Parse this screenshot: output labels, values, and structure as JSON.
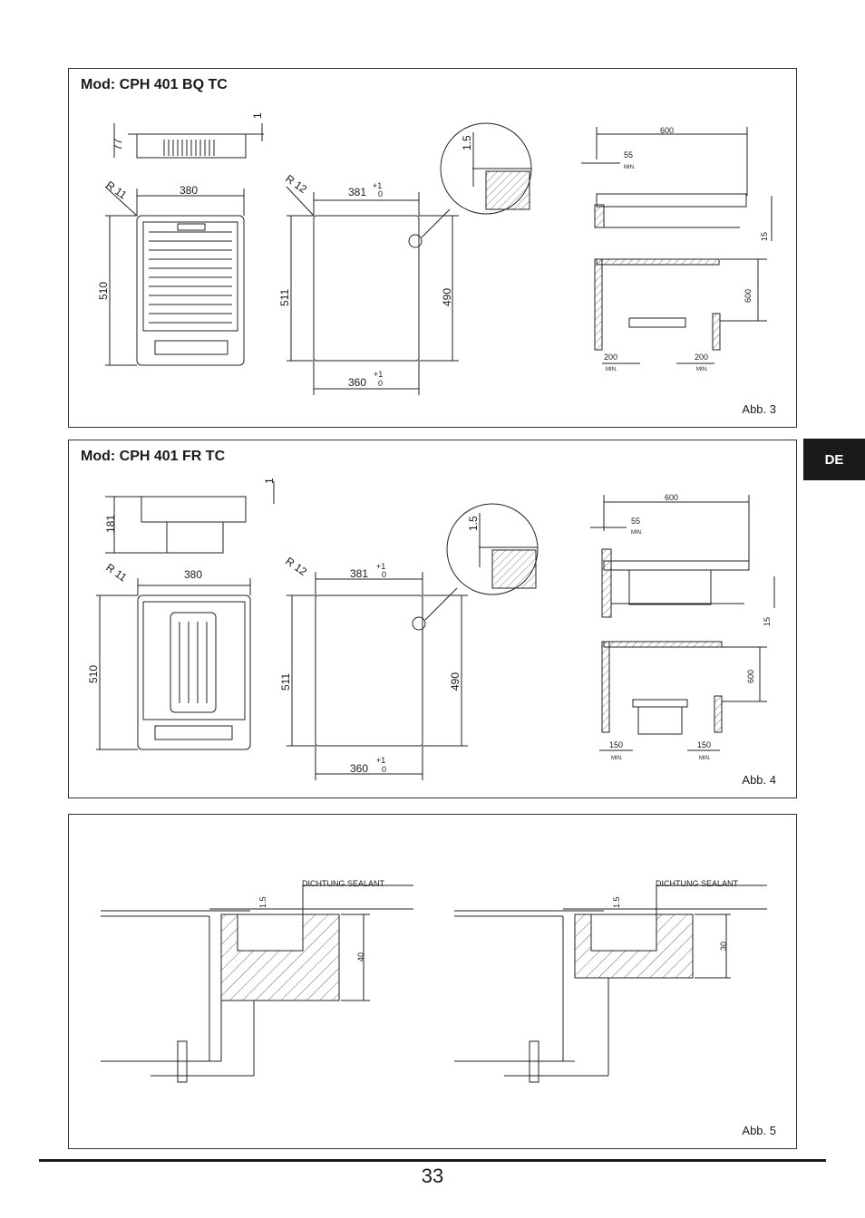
{
  "fig3": {
    "title": "Mod: CPH 401 BQ TC",
    "caption": "Abb. 3",
    "dims": {
      "height_side": "77",
      "gap": "1",
      "radius_left": "R 11",
      "width_top": "380",
      "depth_left": "510",
      "radius_cut": "R 12",
      "cut_width": "381",
      "cut_depth": "511",
      "cut_depth_inner": "490",
      "cut_bottom": "360",
      "tol_plus": "+1",
      "tol_zero": "0",
      "detail_gap": "1.5",
      "side_600": "600",
      "side_55": "55",
      "side_15": "15",
      "side_600v": "600",
      "clear_left": "200",
      "clear_right": "200",
      "min": "MIN."
    }
  },
  "fig4": {
    "title": "Mod: CPH 401 FR TC",
    "caption": "Abb. 4",
    "dims": {
      "height_side": "181",
      "gap": "1",
      "radius_left": "R 11",
      "width_top": "380",
      "depth_left": "510",
      "radius_cut": "R 12",
      "cut_width": "381",
      "cut_depth": "511",
      "cut_depth_inner": "490",
      "cut_bottom": "360",
      "tol_plus": "+1",
      "tol_zero": "0",
      "detail_gap": "1.5",
      "side_600": "600",
      "side_55": "55",
      "side_15": "15",
      "side_600v": "600",
      "clear_left": "150",
      "clear_right": "150",
      "min": "MIN."
    }
  },
  "fig5": {
    "caption": "Abb. 5",
    "left": {
      "seal": "DICHTUNG SEALANT",
      "gap": "1.5",
      "thickness": "40"
    },
    "right": {
      "seal": "DICHTUNG SEALANT",
      "gap": "1.5",
      "thickness": "30"
    }
  },
  "language_tab": "DE",
  "page_number": "33"
}
